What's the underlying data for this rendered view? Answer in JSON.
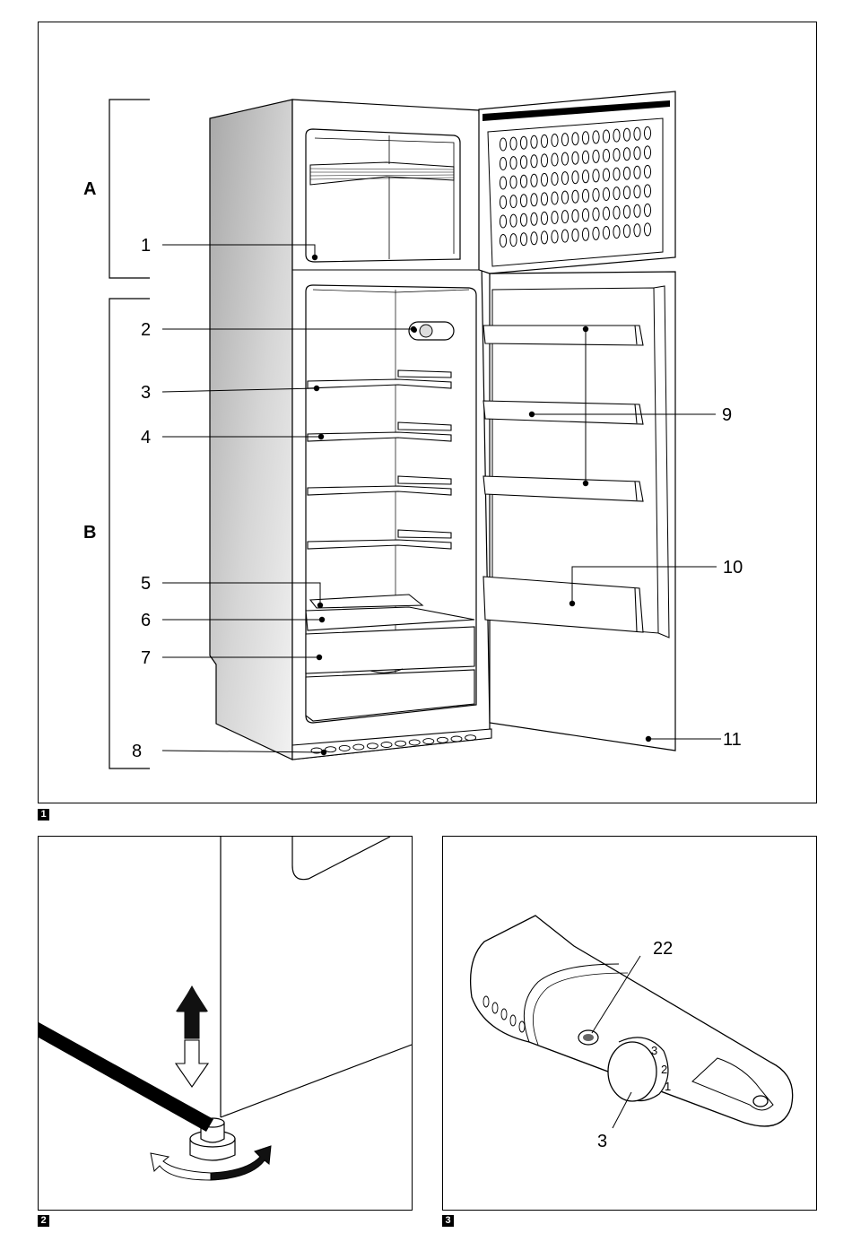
{
  "figures": [
    {
      "number": "1",
      "section_labels": [
        "A",
        "B"
      ],
      "callouts": [
        "1",
        "2",
        "3",
        "4",
        "5",
        "6",
        "7",
        "8",
        "9",
        "10",
        "11"
      ]
    },
    {
      "number": "2"
    },
    {
      "number": "3",
      "callouts": [
        "22",
        "3"
      ],
      "dial_marks": [
        "3",
        "2",
        "1"
      ]
    }
  ]
}
